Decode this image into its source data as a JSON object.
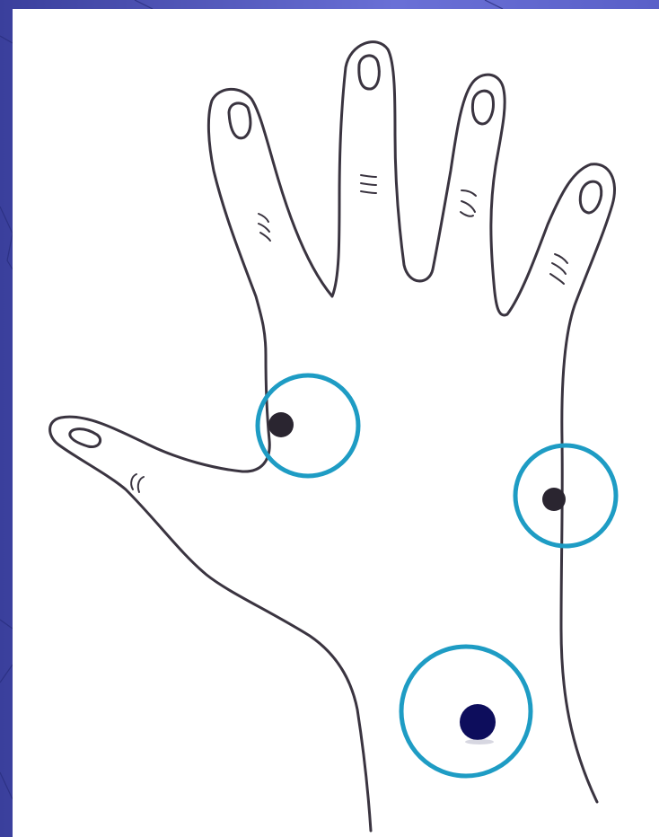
{
  "figure": {
    "subject": "hand-outline",
    "colors": {
      "slide_background": "#5a5fc0",
      "panel_background": "#ffffff",
      "outline": "#3a3440",
      "highlight_ring": "#1e9cc4",
      "small_marker": "#2a2530",
      "large_marker": "#0d0d5c"
    }
  },
  "markers": [
    {
      "id": "thumb-index-web",
      "type": "small-dot"
    },
    {
      "id": "palm-ulnar-edge",
      "type": "small-dot"
    },
    {
      "id": "wrist-center",
      "type": "large-dot"
    }
  ],
  "rings": [
    {
      "id": "ring-thumb-index-web"
    },
    {
      "id": "ring-palm-ulnar-edge"
    },
    {
      "id": "ring-wrist-center"
    }
  ]
}
